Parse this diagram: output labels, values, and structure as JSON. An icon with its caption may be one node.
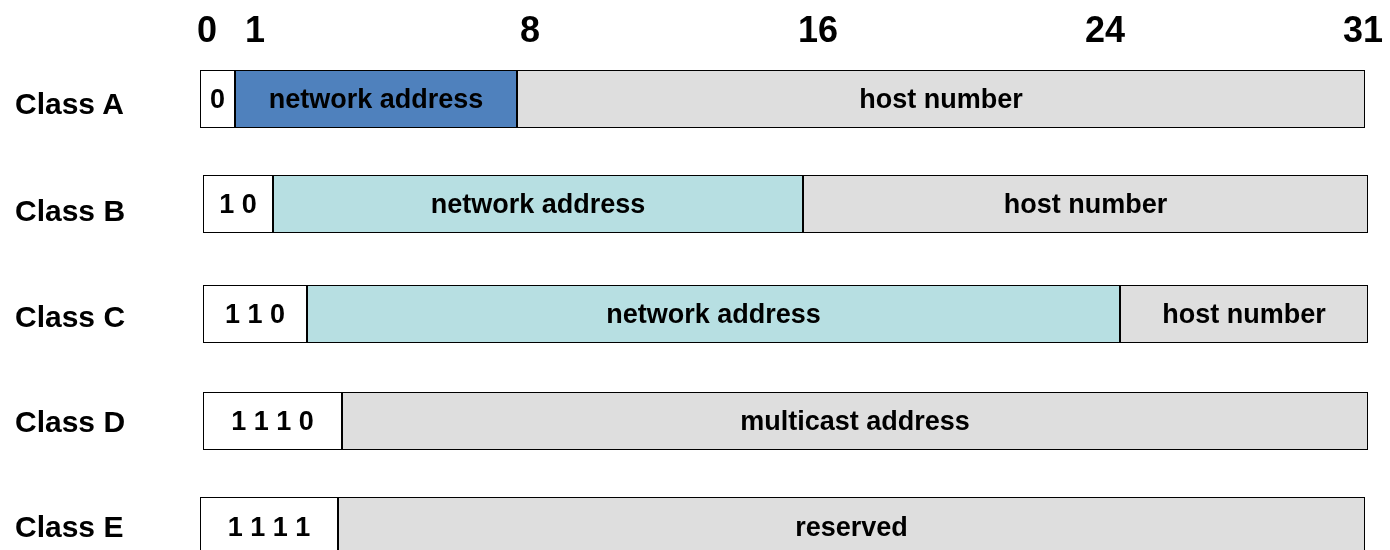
{
  "diagram": {
    "nodes": [
      {
        "text": [
          "0"
        ]
      },
      {
        "text": [
          "network address"
        ]
      },
      {
        "text": [
          "host number"
        ]
      },
      {
        "text": [
          "1 0"
        ]
      },
      {
        "text": [
          "network address"
        ]
      },
      {
        "text": [
          "host number"
        ]
      },
      {
        "text": [
          "1 1 0"
        ]
      },
      {
        "text": [
          "network address"
        ]
      },
      {
        "text": [
          "host number"
        ]
      },
      {
        "text": [
          "1 1 1 0"
        ]
      },
      {
        "text": [
          "multicast address"
        ]
      },
      {
        "text": [
          "1 1 1 1"
        ]
      },
      {
        "text": [
          "reserved"
        ]
      }
    ],
    "labels": [
      "0",
      "1",
      "8",
      "16",
      "24",
      "31",
      "Class A",
      "Class B",
      "Class C",
      "Class D",
      "Class E"
    ]
  }
}
